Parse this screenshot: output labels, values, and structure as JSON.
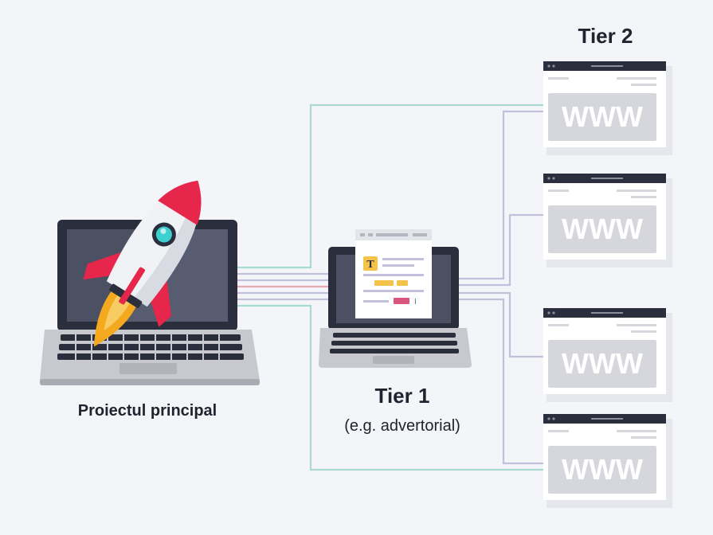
{
  "labels": {
    "tier2": "Tier 2",
    "main_project": "Proiectul principal",
    "tier1": "Tier 1",
    "tier1_example": "(e.g. advertorial)"
  },
  "doc_icon_letter": "T",
  "www_text": "WWW",
  "www_sites": [
    {
      "www": "WWW"
    },
    {
      "www": "WWW"
    },
    {
      "www": "WWW"
    },
    {
      "www": "WWW"
    }
  ],
  "colors": {
    "background": "#f4f5f9",
    "laptop_frame": "#2b2e3d",
    "laptop_screen": "#4b5063",
    "laptop_base": "#c8c9cf",
    "rocket_body": "#f1f2f5",
    "rocket_red": "#e6264a",
    "rocket_window": "#3ed0d0",
    "flame": "#f4a91f",
    "teal_line": "#a9d9d2",
    "lavender_line": "#c2c0dc",
    "red_line": "#e6a8b5",
    "www_panel": "#d6d7dc",
    "browser_bar": "#2b2e3d",
    "doc_yellow": "#f5c24a",
    "doc_pink": "#d9577f"
  }
}
